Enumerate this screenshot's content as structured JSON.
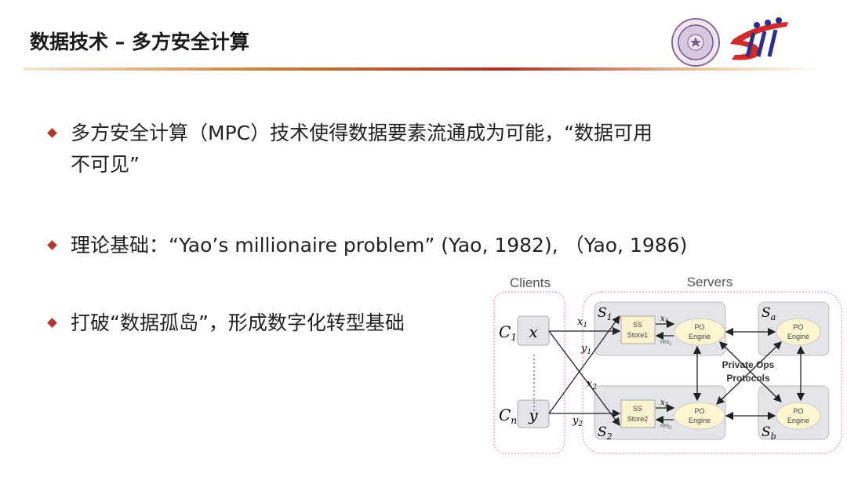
{
  "title": "数据技术 – 多方安全计算",
  "bullets": [
    {
      "line1": "多方安全计算（MPC）技术使得数据要素流通成为可能，“数据可用",
      "line2": "不可见”"
    },
    {
      "line1": "理论基础：“Yao’s millionaire problem” (Yao, 1982), （Yao, 1986)"
    },
    {
      "line1": "打破“数据孤岛”，形成数字化转型基础"
    }
  ],
  "diagram": {
    "clients_label": "Clients",
    "servers_label": "Servers",
    "c1": "C",
    "c1_sub": "1",
    "cn": "C",
    "cn_sub": "n",
    "x": "x",
    "y": "y",
    "s1": "S",
    "s1_sub": "1",
    "s2": "S",
    "s2_sub": "2",
    "sa": "S",
    "sa_sub": "a",
    "sb": "S",
    "sb_sub": "b",
    "ss_store1": [
      "SS",
      "Store1"
    ],
    "ss_store2": [
      "SS",
      "Store2"
    ],
    "po_engine": [
      "PO",
      "Engine"
    ],
    "x1": "x",
    "x1_sub": "1",
    "x2": "x",
    "x2_sub": "2",
    "y1": "y",
    "y1_sub": "1",
    "y2": "y",
    "y2_sub": "2",
    "res1": "res",
    "res1_sub": "1",
    "res2": "res",
    "res2_sub": "2",
    "protocols": [
      "Private Ops",
      "Protocols"
    ]
  },
  "colors": {
    "accent": "#b03a2e",
    "box": "#e3e5e8",
    "store": "#fbf3cf",
    "engine": "#fdf6d0"
  }
}
